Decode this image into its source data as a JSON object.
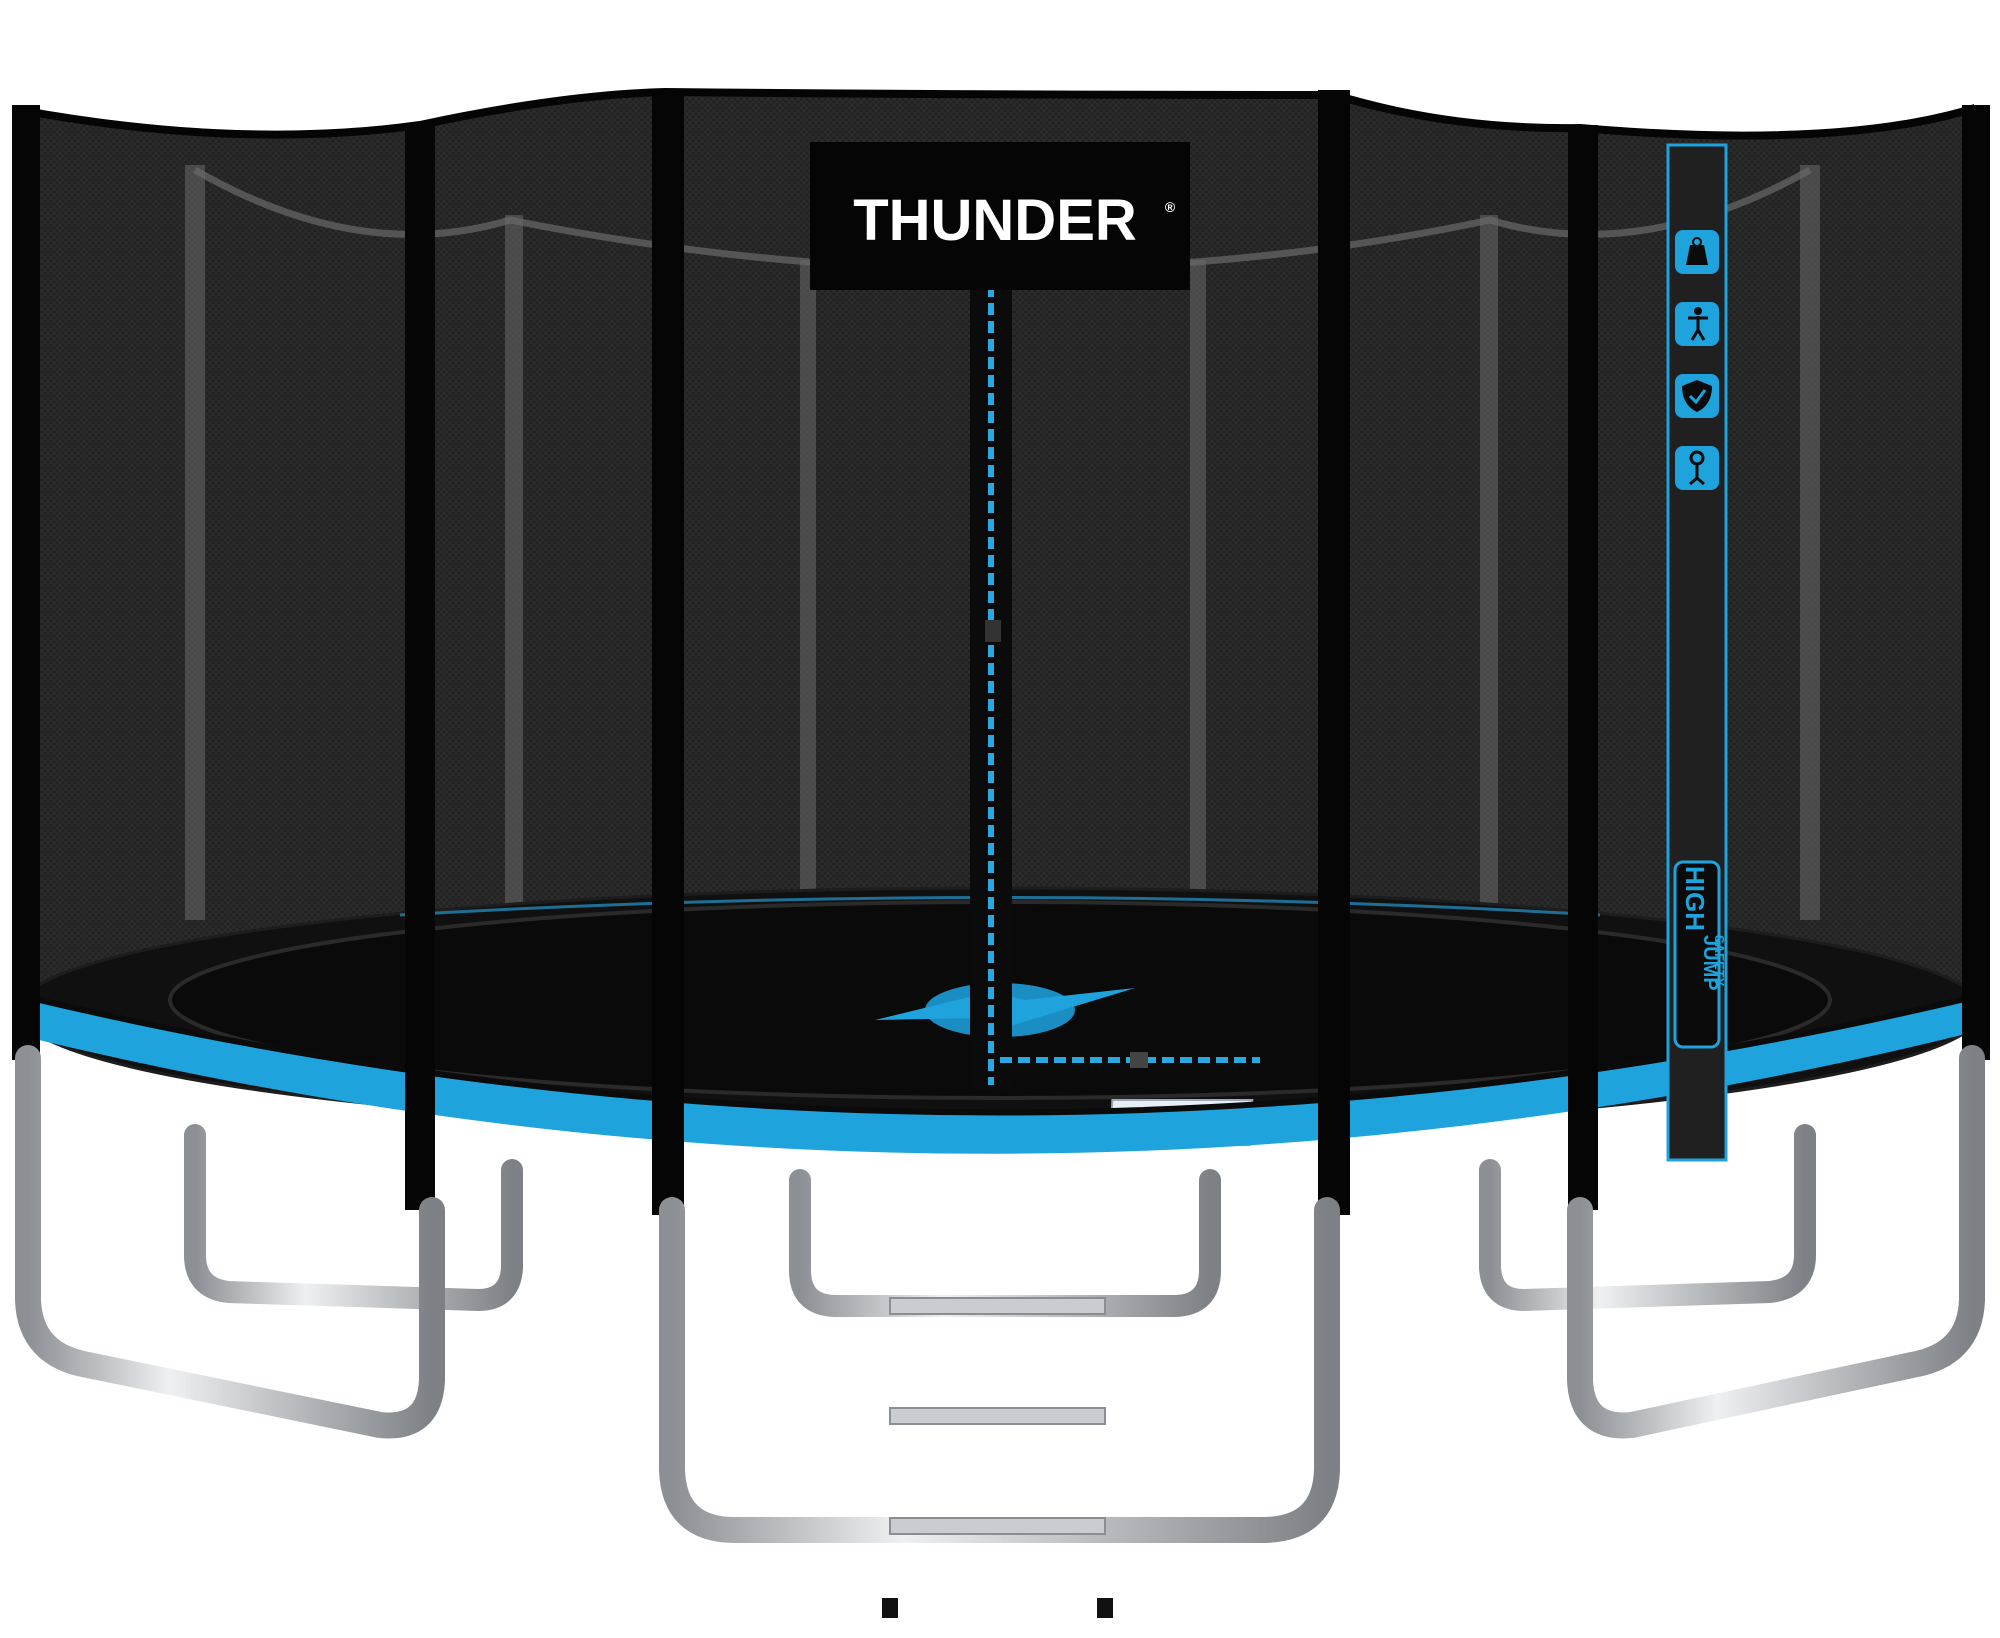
{
  "brand": {
    "logo_text": "THUNDER",
    "registered_mark": "®"
  },
  "safety_strip": {
    "icons": [
      "weight-limit-icon",
      "jumping-person-icon",
      "safety-shield-icon",
      "spring-hook-icon"
    ],
    "label_line1": "HIGH",
    "label_line2": "JUMP",
    "label_line3": "SAFETY"
  },
  "colors": {
    "net": "#1b1b1b",
    "poles": "#050505",
    "accent_blue": "#1fa3dc",
    "jump_mat": "#0f0f0f",
    "steel": "#b9bcbf",
    "background": "#ffffff"
  }
}
